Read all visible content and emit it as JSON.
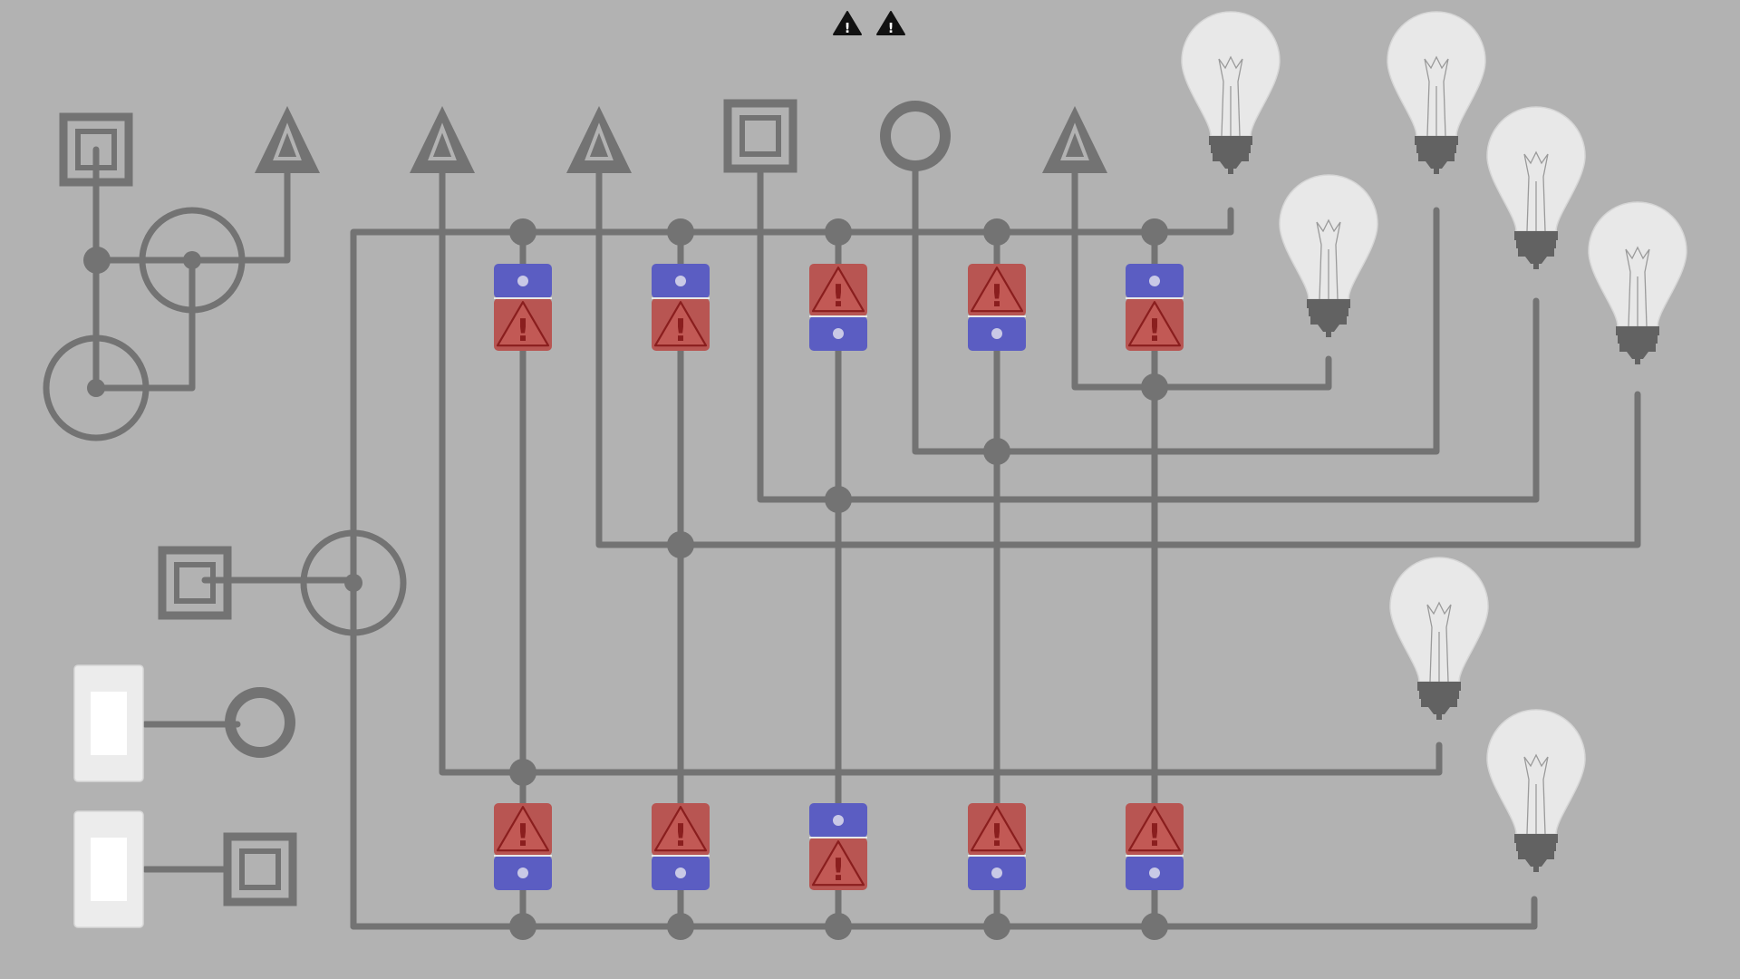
{
  "top_warnings": [
    {
      "icon": "warning-icon",
      "label": "!"
    },
    {
      "icon": "warning-icon",
      "label": "!"
    }
  ],
  "colors": {
    "background": "#b2b2b2",
    "wire": "#737373",
    "bulb_glass": "#e8e8e8",
    "bulb_base": "#626262",
    "switch_face": "#ececec",
    "relay_on": "#5b5dc2",
    "relay_off": "#b85552",
    "warning_fill": "#8a1e1e"
  },
  "warning_glyph": "!",
  "inputs": [
    {
      "shape": "square",
      "icon": "square-source-icon"
    },
    {
      "shape": "triangle",
      "icon": "triangle-source-icon"
    },
    {
      "shape": "triangle",
      "icon": "triangle-source-icon"
    },
    {
      "shape": "triangle",
      "icon": "triangle-source-icon"
    },
    {
      "shape": "square",
      "icon": "square-source-icon"
    },
    {
      "shape": "circle",
      "icon": "circle-source-icon"
    },
    {
      "shape": "triangle",
      "icon": "triangle-source-icon"
    },
    {
      "shape": "square",
      "icon": "square-source-icon"
    },
    {
      "shape": "circle",
      "icon": "circle-source-icon"
    },
    {
      "shape": "square",
      "icon": "square-source-icon"
    }
  ],
  "switches": [
    {
      "name": "switch-1",
      "state": "off"
    },
    {
      "name": "switch-2",
      "state": "off"
    }
  ],
  "relays_top": [
    {
      "top": "on",
      "bottom": "fault"
    },
    {
      "top": "on",
      "bottom": "fault"
    },
    {
      "top": "fault",
      "bottom": "on"
    },
    {
      "top": "fault",
      "bottom": "on"
    },
    {
      "top": "on",
      "bottom": "fault"
    }
  ],
  "relays_bottom": [
    {
      "top": "fault",
      "bottom": "on"
    },
    {
      "top": "fault",
      "bottom": "on"
    },
    {
      "top": "on",
      "bottom": "fault"
    },
    {
      "top": "fault",
      "bottom": "on"
    },
    {
      "top": "fault",
      "bottom": "on"
    }
  ],
  "bulbs": [
    {
      "state": "off"
    },
    {
      "state": "off"
    },
    {
      "state": "off"
    },
    {
      "state": "off"
    },
    {
      "state": "off"
    },
    {
      "state": "off"
    },
    {
      "state": "off"
    }
  ]
}
